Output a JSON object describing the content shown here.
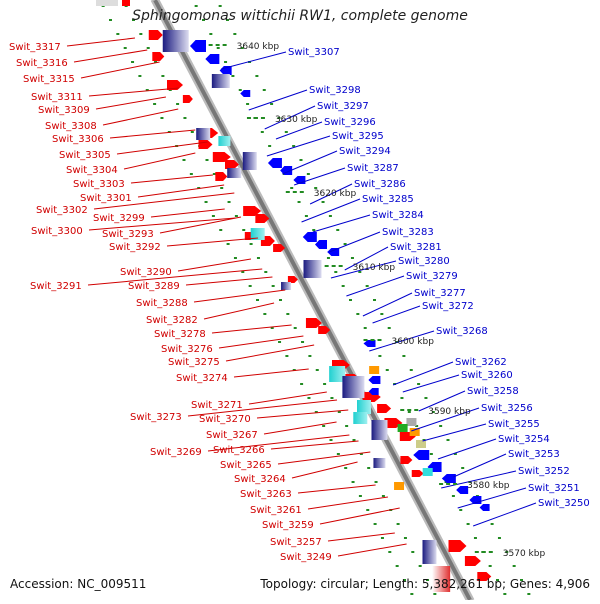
{
  "title": "Sphingomonas wittichii RW1, complete genome",
  "accession": "Accession: NC_009511",
  "summary": "Topology: circular; Length: 5,382,261 bp; Genes: 4,906",
  "colors": {
    "forward": "#ff0000",
    "reverse": "#0000ff",
    "axis": "#888888",
    "tick": "#228b22",
    "label_text": "#000000"
  },
  "kbp_marks": [
    "3640 kbp",
    "3630 kbp",
    "3620 kbp",
    "3610 kbp",
    "3600 kbp",
    "3590 kbp",
    "3580 kbp",
    "3570 kbp"
  ],
  "left_labels": [
    "Swit_3317",
    "Swit_3316",
    "Swit_3315",
    "Swit_3311",
    "Swit_3309",
    "Swit_3308",
    "Swit_3306",
    "Swit_3305",
    "Swit_3304",
    "Swit_3303",
    "Swit_3301",
    "Swit_3302",
    "Swit_3299",
    "Swit_3300",
    "Swit_3293",
    "Swit_3292",
    "Swit_3290",
    "Swit_3291",
    "Swit_3289",
    "Swit_3288",
    "Swit_3282",
    "Swit_3278",
    "Swit_3276",
    "Swit_3275",
    "Swit_3274",
    "Swit_3271",
    "Swit_3273",
    "Swit_3270",
    "Swit_3267",
    "Swit_3269",
    "Swit_3266",
    "Swit_3265",
    "Swit_3264",
    "Swit_3263",
    "Swit_3261",
    "Swit_3259",
    "Swit_3257",
    "Swit_3249"
  ],
  "right_labels": [
    "Swit_3307",
    "Swit_3298",
    "Swit_3297",
    "Swit_3296",
    "Swit_3295",
    "Swit_3294",
    "Swit_3287",
    "Swit_3286",
    "Swit_3285",
    "Swit_3284",
    "Swit_3283",
    "Swit_3281",
    "Swit_3280",
    "Swit_3279",
    "Swit_3277",
    "Swit_3272",
    "Swit_3268",
    "Swit_3262",
    "Swit_3260",
    "Swit_3258",
    "Swit_3256",
    "Swit_3255",
    "Swit_3254",
    "Swit_3253",
    "Swit_3252",
    "Swit_3251",
    "Swit_3250"
  ]
}
